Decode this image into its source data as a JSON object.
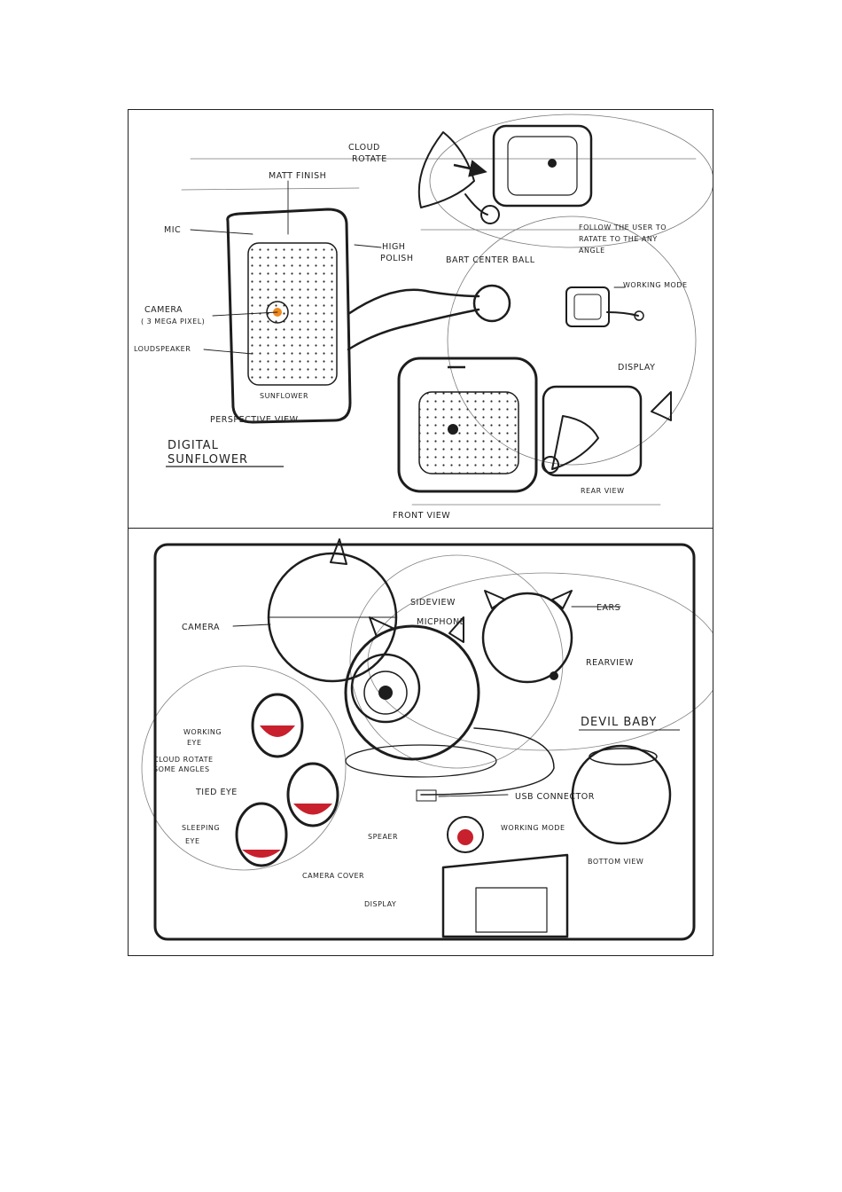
{
  "top_sketch": {
    "title_line1": "DIGITAL",
    "title_line2": "SUNFLOWER",
    "brand": "SUNFLOWER",
    "labels": {
      "cloud_rotate_1": "CLOUD",
      "cloud_rotate_2": "ROTATE",
      "matt_finish": "MATT FINISH",
      "mic": "MIC",
      "high_polish_1": "HIGH",
      "high_polish_2": "POLISH",
      "bart_center_ball": "BART CENTER BALL",
      "follow_1": "FOLLOW THE USER TO",
      "follow_2": "RATATE TO THE ANY",
      "follow_3": "ANGLE",
      "working_mode": "WORKING MODE",
      "camera": "CAMERA",
      "camera_sub": "( 3 MEGA PIXEL)",
      "loudspeaker": "LOUDSPEAKER",
      "display": "DISPLAY",
      "perspective_view": "PERSPECTIVE VIEW",
      "rear_view": "REAR VIEW",
      "front_view": "FRONT VIEW"
    },
    "colors": {
      "screen": "#f08a1c",
      "body": "#e9e9e9",
      "ink": "#1d1d1d"
    }
  },
  "bottom_sketch": {
    "title": "DEVIL BABY",
    "labels": {
      "camera": "CAMERA",
      "side_view": "SIDEVIEW",
      "micphone": "MICPHONE",
      "ears": "EARS",
      "rear_view": "REARVIEW",
      "working_eye_1": "WORKING",
      "working_eye_2": "EYE",
      "cloud_rotate_1": "CLOUD ROTATE",
      "cloud_rotate_2": "SOME ANGLES",
      "tied_eye": "TIED EYE",
      "sleeping_eye_1": "SLEEPING",
      "sleeping_eye_2": "EYE",
      "usb_connector": "USB CONNECTOR",
      "speaker": "SPEAER",
      "working_mode": "WORKING MODE",
      "bottom_view": "BOTTOM VIEW",
      "camera_cover": "CAMERA COVER",
      "display": "DISPLAY"
    },
    "colors": {
      "sphere": "#c9cace",
      "dark": "#2a2a2e",
      "eye_red": "#c8202c",
      "ink": "#1d1d1d"
    }
  }
}
